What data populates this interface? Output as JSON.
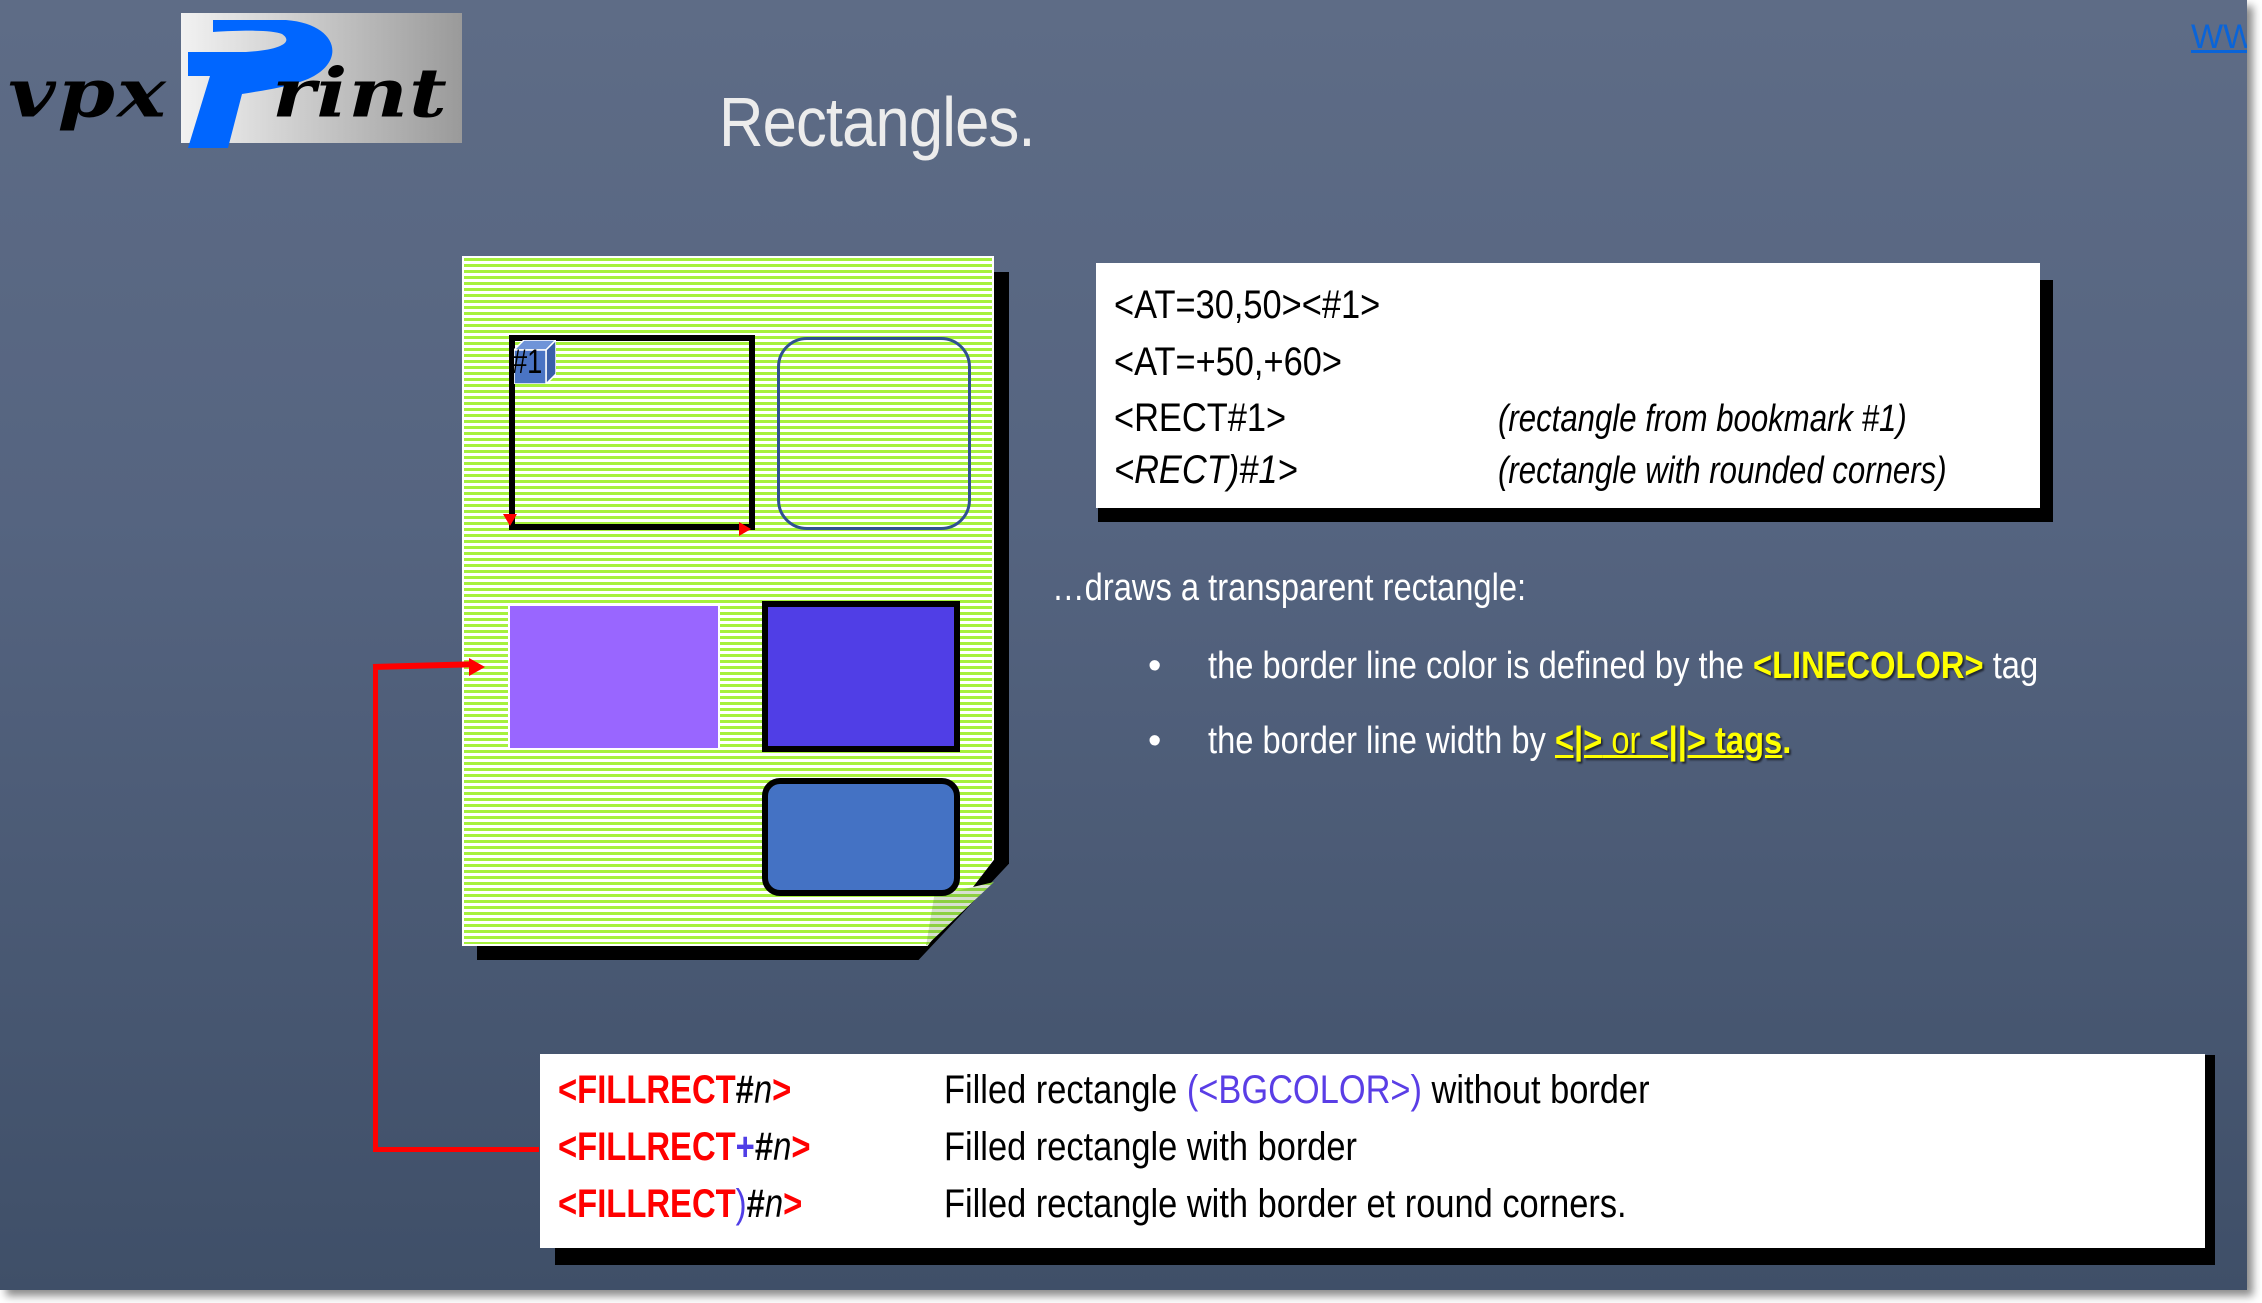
{
  "header": {
    "logo": {
      "left_text": "vpx",
      "p_letter": "P",
      "right_text": "rint",
      "p_color": "#0066ff"
    },
    "title": "Rectangles.",
    "link": "WW"
  },
  "illustration": {
    "paper_color": "#a6f13c",
    "bookmark_label": "#1",
    "shapes": [
      {
        "name": "transparent-rectangle",
        "border": "#000000"
      },
      {
        "name": "rounded-rectangle",
        "border": "#2f528f"
      },
      {
        "name": "filled-no-border",
        "fill": "#9966ff"
      },
      {
        "name": "filled-with-border",
        "fill": "#503ee6"
      },
      {
        "name": "filled-rounded-border",
        "fill": "#4472c4"
      }
    ],
    "connector_color": "#ff0000"
  },
  "code_box": {
    "lines": [
      {
        "code": "<AT=30,50><#1>",
        "comment": ""
      },
      {
        "code": "<AT=+50,+60>",
        "comment": ""
      },
      {
        "code": "<RECT#1>",
        "comment": "(rectangle from bookmark #1)"
      },
      {
        "code": "<RECT)#1>",
        "comment": "(rectangle with rounded corners)"
      }
    ]
  },
  "description": {
    "intro": "…draws a transparent rectangle:",
    "bullets": [
      {
        "dot": "•",
        "before": "the border line color is defined by the ",
        "highlight": "<LINECOLOR>",
        "after": " tag"
      },
      {
        "dot": "•",
        "before": "the border line width by ",
        "link_a": "<|>",
        "link_mid": " or ",
        "link_b": "<||> tags",
        "after": "."
      }
    ],
    "highlight_color": "#ffff00"
  },
  "fill_box": {
    "rows": [
      {
        "tag_start": "<FILLRECT",
        "tag_mod": "",
        "tag_hash": "#",
        "tag_n": "n",
        "tag_end": ">",
        "desc_before": "Filled rectangle ",
        "desc_blue": "(<BGCOLOR>)",
        "desc_after": " without border"
      },
      {
        "tag_start": "<FILLRECT",
        "tag_mod": "+",
        "tag_hash": "#",
        "tag_n": "n",
        "tag_end": ">",
        "desc_before": "Filled rectangle with border",
        "desc_blue": "",
        "desc_after": ""
      },
      {
        "tag_start": "<FILLRECT",
        "tag_mod": ")",
        "tag_hash": "#",
        "tag_n": "n",
        "tag_end": ">",
        "desc_before": "Filled rectangle with border et round corners.",
        "desc_blue": "",
        "desc_after": ""
      }
    ],
    "tag_color": "#ff0000",
    "accent_color": "#503ee6"
  }
}
